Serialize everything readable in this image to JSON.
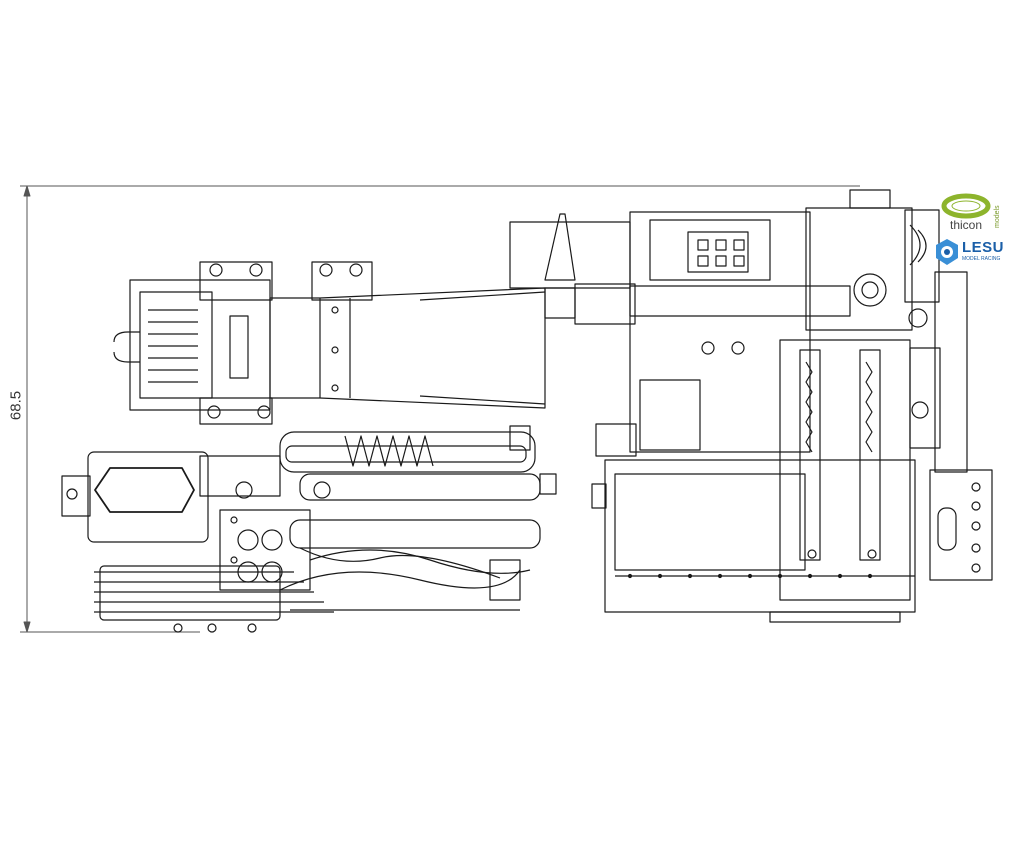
{
  "dimension": {
    "label": "68.5"
  },
  "logos": {
    "thicon": {
      "name": "thicon",
      "sub": "models",
      "color": "#8db42c"
    },
    "lesu": {
      "name": "LESU",
      "sub": "MODEL RACING",
      "color": "#1b5fa8"
    }
  },
  "drawing": {
    "line_color": "#1a1a1a",
    "fill": "#ffffff"
  }
}
